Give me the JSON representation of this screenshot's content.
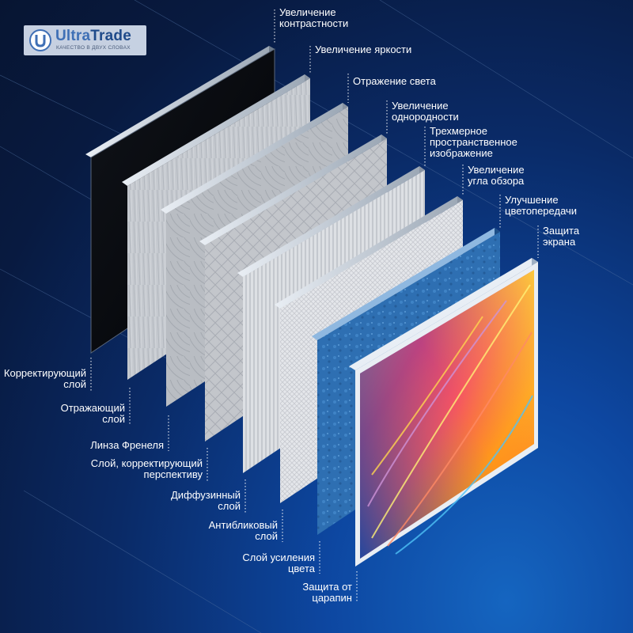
{
  "logo": {
    "name_part1": "Ultra",
    "name_part2": "Trade",
    "tagline": "КАЧЕСТВО В ДВУХ СЛОВАХ",
    "icon": "circle-u-logo-icon"
  },
  "benefits": [
    "Увеличение\nконтрастности",
    "Увеличение яркости",
    "Отражение света",
    "Увеличение\nоднородности",
    "Трехмерное\nпространственное\nизображение",
    "Увеличение\nугла обзора",
    "Улучшение\nцветопередачи",
    "Защита\nэкрана"
  ],
  "layers": [
    "Корректирующий\nслой",
    "Отражающий\nслой",
    "Линза Френеля",
    "Слой, корректирующий\nперспективу",
    "Диффузинный\nслой",
    "Антибликовый\nслой",
    "Слой усиления\nцвета",
    "Защита от\nцарапин"
  ],
  "colors": {
    "background_dark": "#071532",
    "background_light": "#1565c0",
    "corrective_layer": "#05070c",
    "reflective_layer": "#c9ccd2",
    "fresnel_layer": "#bfc3c8",
    "perspective_layer": "#c6c9cd",
    "diffuser_layer": "#d4d7db",
    "antiglare_layer": "#dcdfe3",
    "color_layer": "#2f73b8",
    "protective_layer_image": "#f5a623"
  }
}
